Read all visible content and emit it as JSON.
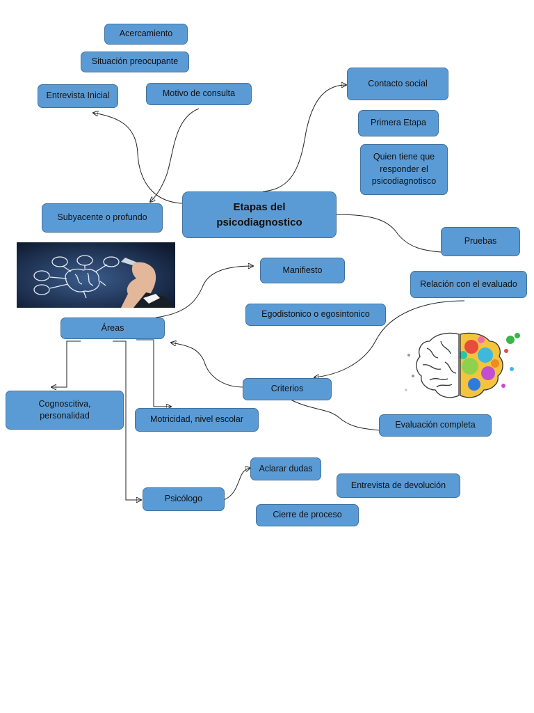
{
  "diagram": {
    "center": "Etapas del psicodiagnostico",
    "nodes": {
      "acercamiento": "Acercamiento",
      "situacion": "Situación preocupante",
      "entrevista_inicial": "Entrevista Inicial",
      "motivo": "Motivo de consulta",
      "subyacente": "Subyacente o profundo",
      "contacto": "Contacto social",
      "primera": "Primera Etapa",
      "quien": "Quien tiene que responder el psicodiagnotisco",
      "pruebas": "Pruebas",
      "relacion": "Relación con el evaluado",
      "manifiesto": "Manifiesto",
      "egodistonico": "Egodistonico o egosintonico",
      "areas": "Áreas",
      "cognoscitiva": "Cognoscitiva, personalidad",
      "motricidad": "Motricidad, nivel escolar",
      "criterios": "Criterios",
      "evaluacion": "Evaluación completa",
      "psicologo": "Psicólogo",
      "aclarar": "Aclarar dudas",
      "devolucion": "Entrevista de devolución",
      "cierre": "Cierre de proceso"
    }
  },
  "colors": {
    "node_fill": "#5b9bd5",
    "node_border": "#41719c",
    "photo_bg": "#1b2a4a"
  },
  "icons": [
    "mind-map-photo",
    "colorful-brain-illustration"
  ]
}
